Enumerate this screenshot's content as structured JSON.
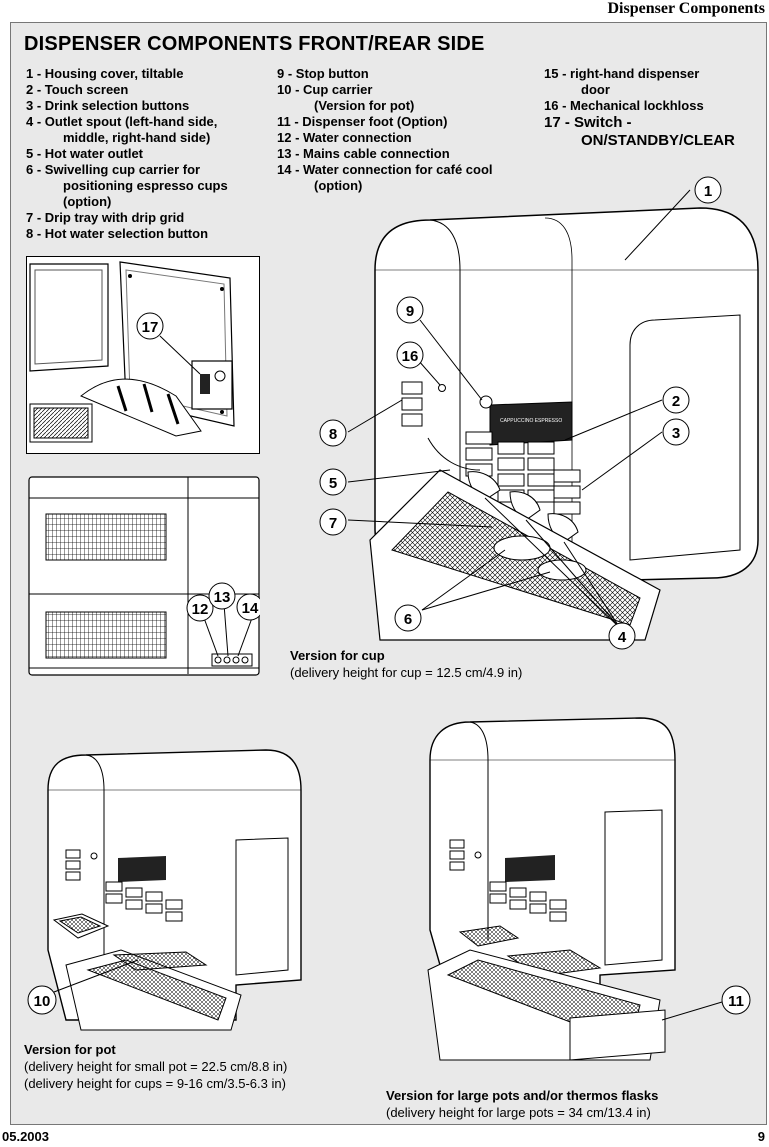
{
  "header": {
    "title": "Dispenser Components"
  },
  "page_title": "DISPENSER COMPONENTS FRONT/REAR SIDE",
  "legend": {
    "col1": [
      "1  -  Housing cover, tiltable",
      "2  -  Touch screen",
      "3  -  Drink selection buttons",
      "4  -  Outlet spout (left-hand side,",
      "middle, right-hand side)",
      "5  -  Hot water outlet",
      "6  -  Swivelling cup carrier for",
      "positioning espresso cups",
      "(option)",
      "7  -  Drip tray with drip grid",
      "8  - Hot water selection button"
    ],
    "col2": [
      " 9   - Stop button",
      "10   -  Cup carrier",
      "(Version for pot)",
      "11   -  Dispenser foot (Option)",
      "12   -  Water connection",
      "13   -  Mains cable connection",
      "14   -  Water connection for café cool",
      "(option)"
    ],
    "col3": [
      "15   -  right-hand dispenser",
      "door",
      "16   -  Mechanical lockhloss",
      "17 - Switch -",
      "ON/STANDBY/CLEAR"
    ]
  },
  "callouts": [
    "1",
    "2",
    "3",
    "4",
    "5",
    "6",
    "7",
    "8",
    "9",
    "16",
    "17",
    "12",
    "13",
    "14",
    "10",
    "11"
  ],
  "captions": {
    "cup": {
      "title": "Version for cup",
      "line1": "(delivery height for cup = 12.5 cm/4.9 in)"
    },
    "pot": {
      "title": "Version for pot",
      "line1": "(delivery height for small pot = 22.5 cm/8.8 in)",
      "line2": "(delivery height for cups = 9-16 cm/3.5-6.3 in)"
    },
    "large": {
      "title": "Version for large pots and/or thermos flasks",
      "line1": "(delivery height for large pots = 34 cm/13.4 in)"
    }
  },
  "footer": {
    "date": "05.2003",
    "page": "9"
  }
}
